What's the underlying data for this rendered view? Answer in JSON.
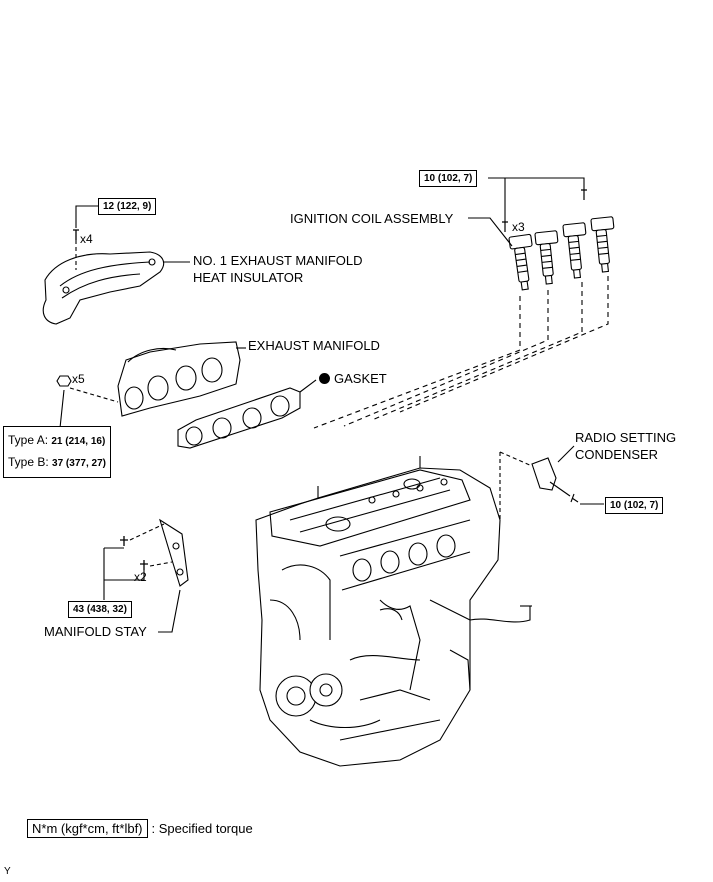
{
  "labels": {
    "ignition_coil": "IGNITION COIL ASSEMBLY",
    "heat_insulator_1": "NO. 1 EXHAUST MANIFOLD",
    "heat_insulator_2": "HEAT INSULATOR",
    "exhaust_manifold": "EXHAUST MANIFOLD",
    "gasket": "GASKET",
    "radio_condenser_1": "RADIO SETTING",
    "radio_condenser_2": "CONDENSER",
    "manifold_stay": "MANIFOLD STAY"
  },
  "torques": {
    "coil": "10 (102, 7)",
    "insulator": "12 (122, 9)",
    "condenser": "10 (102, 7)",
    "stay": "43 (438, 32)"
  },
  "quantities": {
    "coil_bolts": "x3",
    "insulator_bolts": "x4",
    "manifold_nuts": "x5",
    "stay_bolts": "x2"
  },
  "manifold_torque": {
    "type_a_label": "Type A:",
    "type_a_value": "21 (214, 16)",
    "type_b_label": "Type B:",
    "type_b_value": "37 (377, 27)"
  },
  "legend": {
    "unit": "N*m (kgf*cm, ft*lbf)",
    "text": ": Specified torque"
  },
  "figure_code": "Y"
}
